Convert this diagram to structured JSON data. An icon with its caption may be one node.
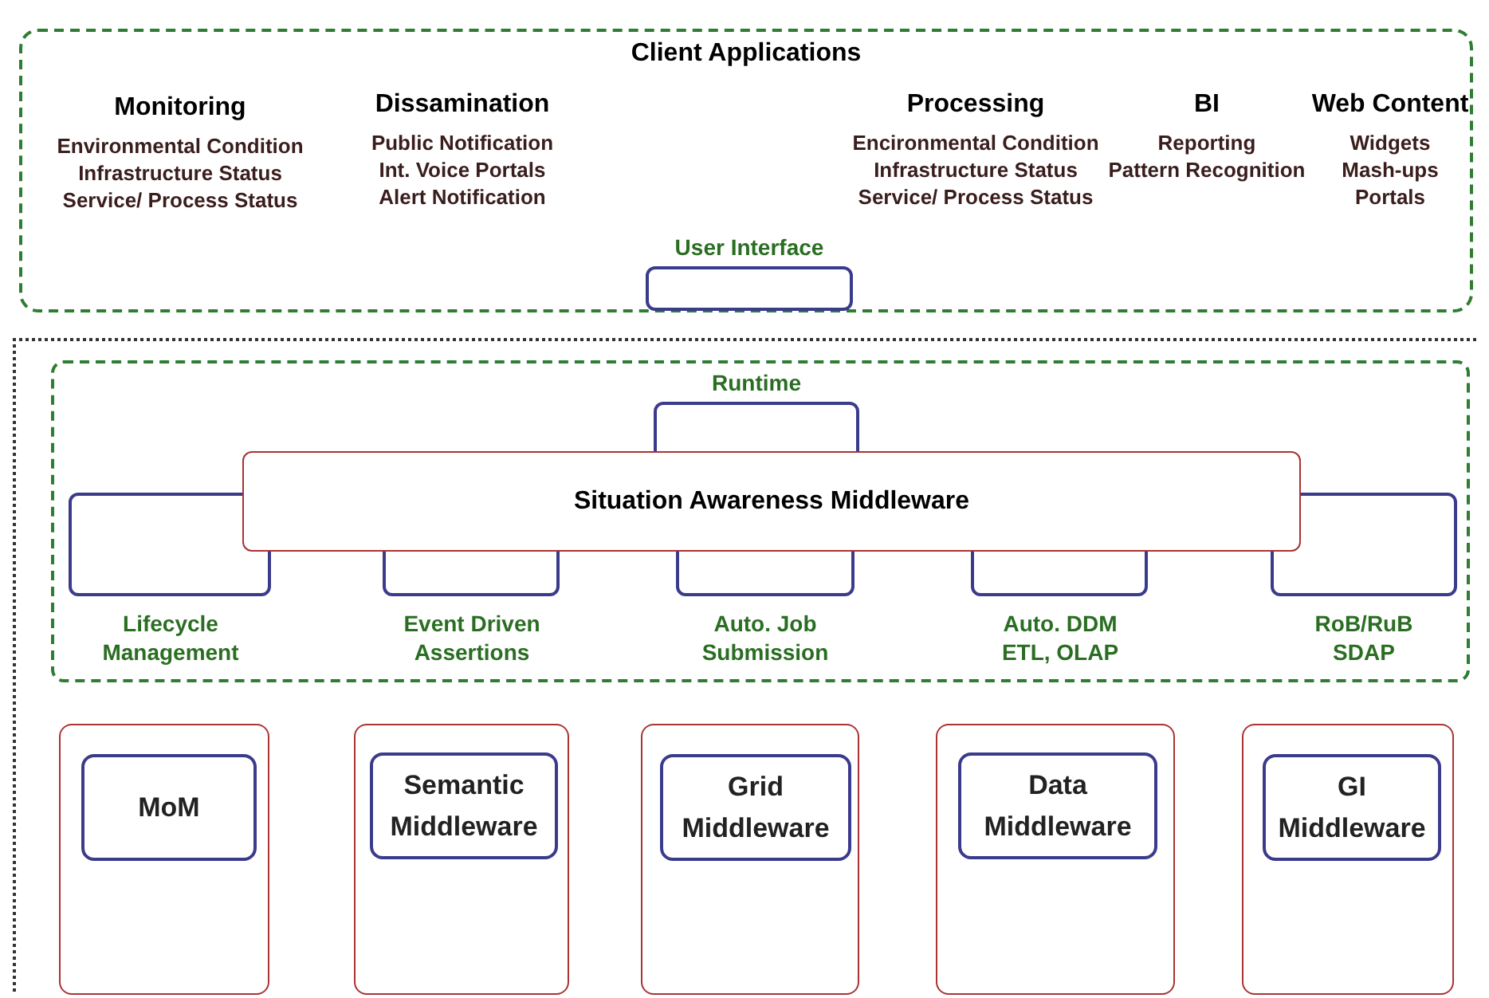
{
  "diagram": {
    "nodes": [
      {
        "text": [
          "Client Applications"
        ]
      },
      {
        "text": [
          "User Interface"
        ],
        "in": 0
      },
      {
        "text": [],
        "shape": "box"
      },
      {
        "text": [],
        "shape": "box",
        "in": 2
      },
      {
        "text": [
          "Situation Awareness Middleware"
        ],
        "in": 3
      },
      {
        "text": [
          "Runtime"
        ],
        "in": 3
      },
      {
        "text": [
          "Lifecycle Management"
        ],
        "in": 3
      },
      {
        "text": [
          "Event Driven Assertions"
        ],
        "in": 3
      },
      {
        "text": [
          "Auto. Job Submission"
        ],
        "in": 3
      },
      {
        "text": [
          "Auto. DDM",
          "ETL, OLAP"
        ],
        "in": 3
      },
      {
        "text": [
          "RoB/RuB",
          "SDAP"
        ],
        "in": 3
      },
      {
        "text": [],
        "shape": "box",
        "in": 2
      },
      {
        "text": [],
        "shape": "box",
        "in": 2
      },
      {
        "text": [],
        "shape": "box",
        "in": 2
      },
      {
        "text": [],
        "shape": "box",
        "in": 2
      },
      {
        "text": [],
        "shape": "box",
        "in": 2
      },
      {
        "text": [
          "MoM"
        ],
        "in": 11
      },
      {
        "text": [
          "Semantic Middleware"
        ],
        "in": 12
      },
      {
        "text": [
          "Grid Middleware"
        ],
        "in": 13
      },
      {
        "text": [
          "Data Middleware"
        ],
        "in": 14
      },
      {
        "text": [
          "GI Middleware"
        ],
        "in": 15
      }
    ],
    "labels": [
      "Monitoring",
      "Environmental Condition",
      "Infrastructure Status",
      "Service/ Process Status",
      "Dissamination",
      "Public Notification",
      "Int. Voice Portals",
      "Alert Notification",
      "Processing",
      "Encironmental Condition",
      "Infrastructure Status",
      "Service/ Process Status",
      "BI",
      "Reporting",
      "Pattern Recognition",
      "Web Content",
      "Widgets",
      "Mash-ups",
      "Portals"
    ]
  }
}
